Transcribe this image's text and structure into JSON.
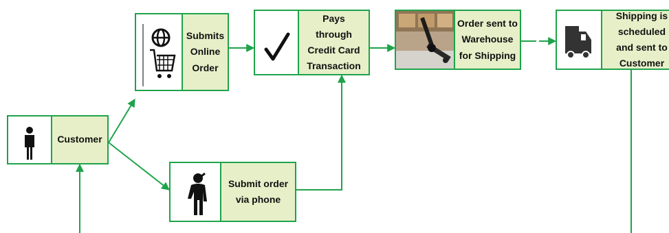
{
  "nodes": {
    "customer": {
      "label": "Customer",
      "icon": "person-icon"
    },
    "online": {
      "label": "Submits\nOnline\nOrder",
      "icon": "globe-cart-icon"
    },
    "phone": {
      "label": "Submit order\nvia phone",
      "icon": "phone-caller-icon"
    },
    "pay": {
      "label": "Pays\nthrough\nCredit Card\nTransaction",
      "icon": "checkmark-icon"
    },
    "warehouse": {
      "label": "Order sent to\nWarehouse\nfor Shipping",
      "icon": "pallet-jack-photo-icon"
    },
    "shipping": {
      "label": "Shipping is\nscheduled\nand sent to\nCustomer",
      "icon": "truck-icon"
    }
  },
  "colors": {
    "line": "#1ea34a",
    "label_bg": "#e6efc8"
  }
}
